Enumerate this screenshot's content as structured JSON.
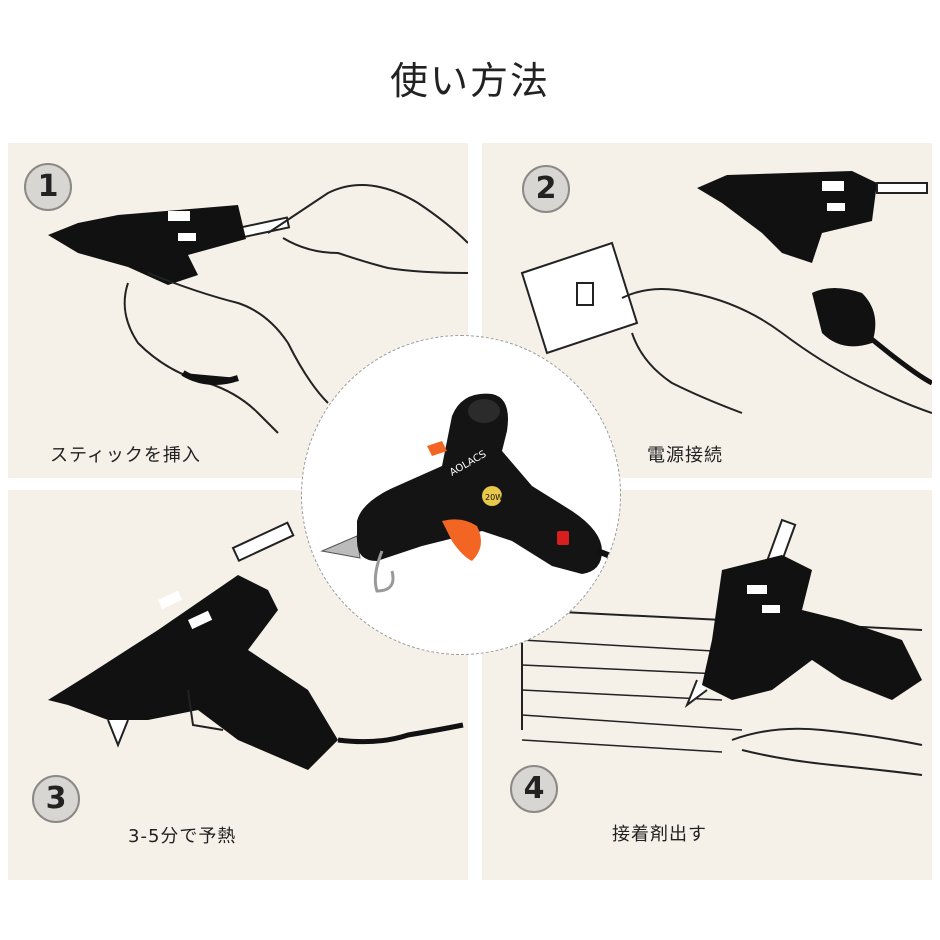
{
  "title": "使い方法",
  "steps": [
    {
      "number": "1",
      "caption": "スティックを挿入"
    },
    {
      "number": "2",
      "caption": "電源接続"
    },
    {
      "number": "3",
      "caption": "3-5分で予熱"
    },
    {
      "number": "4",
      "caption": "接着剤出す"
    }
  ],
  "product": {
    "brand": "AOLACS",
    "badge": "20W"
  },
  "colors": {
    "panel_bg": "#f5f1e9",
    "gun_body": "#111111",
    "trigger": "#f26522",
    "switch": "#d81e1e"
  }
}
